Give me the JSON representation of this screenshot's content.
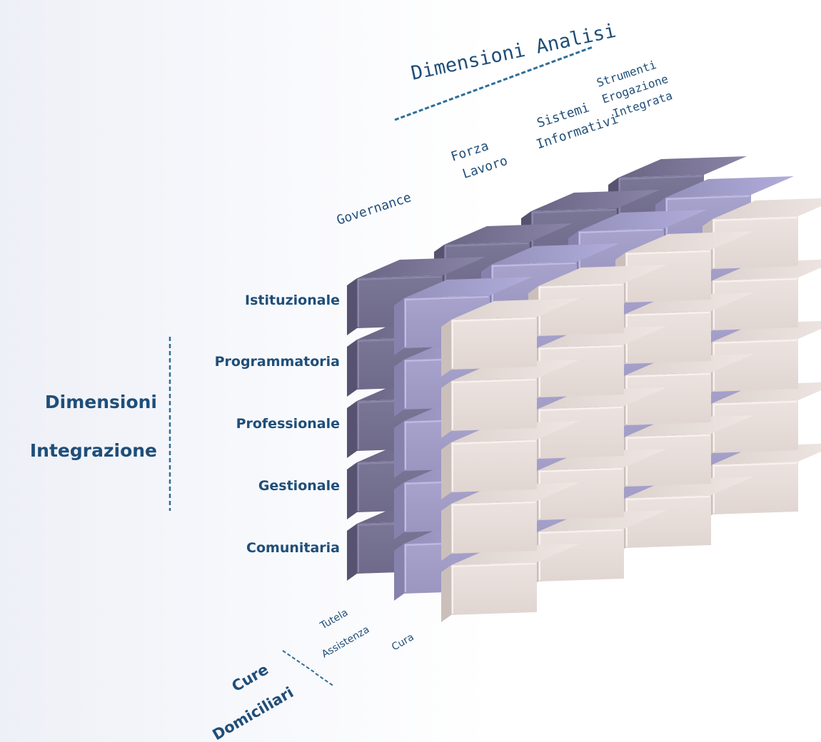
{
  "analysis_title": "Dimensioni Analisi",
  "analysis_columns": [
    [
      "Governance"
    ],
    [
      "Forza",
      "Lavoro"
    ],
    [
      "Sistemi",
      "Informativi"
    ],
    [
      "Strumenti",
      "Erogazione",
      "Integrata"
    ]
  ],
  "integration_title": [
    "Dimensioni",
    "Integrazione"
  ],
  "integration_rows": [
    "Istituzionale",
    "Programmatoria",
    "Professionale",
    "Gestionale",
    "Comunitaria"
  ],
  "care_title": [
    "Cure",
    "Domiciliari"
  ],
  "care_layers": [
    "Tutela",
    "Assistenza",
    "Cura"
  ],
  "colors": {
    "label": "#1f4e79",
    "separator": "#2e6e97",
    "layer_back": "#7d789c",
    "layer_middle": "#a39fc8",
    "layer_front": "#e6dcd8"
  }
}
